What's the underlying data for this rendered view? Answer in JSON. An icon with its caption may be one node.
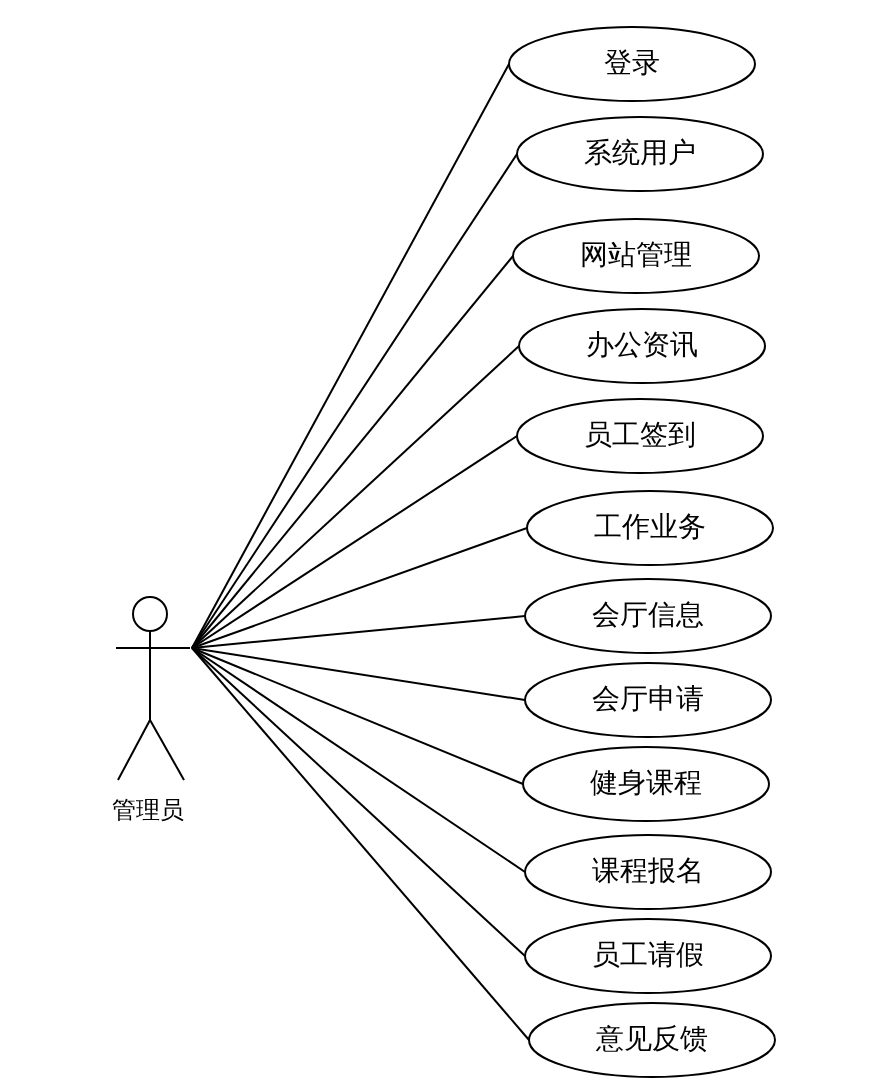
{
  "diagram": {
    "nodes": [
      {
        "text": [
          "管理员"
        ]
      },
      {
        "text": [
          "登录"
        ]
      },
      {
        "text": [
          "系统用户"
        ]
      },
      {
        "text": [
          "网站管理"
        ]
      },
      {
        "text": [
          "办公资讯"
        ]
      },
      {
        "text": [
          "员工签到"
        ]
      },
      {
        "text": [
          "工作业务"
        ]
      },
      {
        "text": [
          "会厅信息"
        ]
      },
      {
        "text": [
          "会厅申请"
        ]
      },
      {
        "text": [
          "健身课程"
        ]
      },
      {
        "text": [
          "课程报名"
        ]
      },
      {
        "text": [
          "员工请假"
        ]
      },
      {
        "text": [
          "意见反馈"
        ]
      }
    ],
    "edges": [
      {
        "from": 0,
        "to": 1,
        "arrow": "none"
      },
      {
        "from": 0,
        "to": 2,
        "arrow": "none"
      },
      {
        "from": 0,
        "to": 3,
        "arrow": "none"
      },
      {
        "from": 0,
        "to": 4,
        "arrow": "none"
      },
      {
        "from": 0,
        "to": 5,
        "arrow": "none"
      },
      {
        "from": 0,
        "to": 6,
        "arrow": "none"
      },
      {
        "from": 0,
        "to": 7,
        "arrow": "none"
      },
      {
        "from": 0,
        "to": 8,
        "arrow": "none"
      },
      {
        "from": 0,
        "to": 9,
        "arrow": "none"
      },
      {
        "from": 0,
        "to": 10,
        "arrow": "none"
      },
      {
        "from": 0,
        "to": 11,
        "arrow": "none"
      },
      {
        "from": 0,
        "to": 12,
        "arrow": "none"
      }
    ]
  }
}
